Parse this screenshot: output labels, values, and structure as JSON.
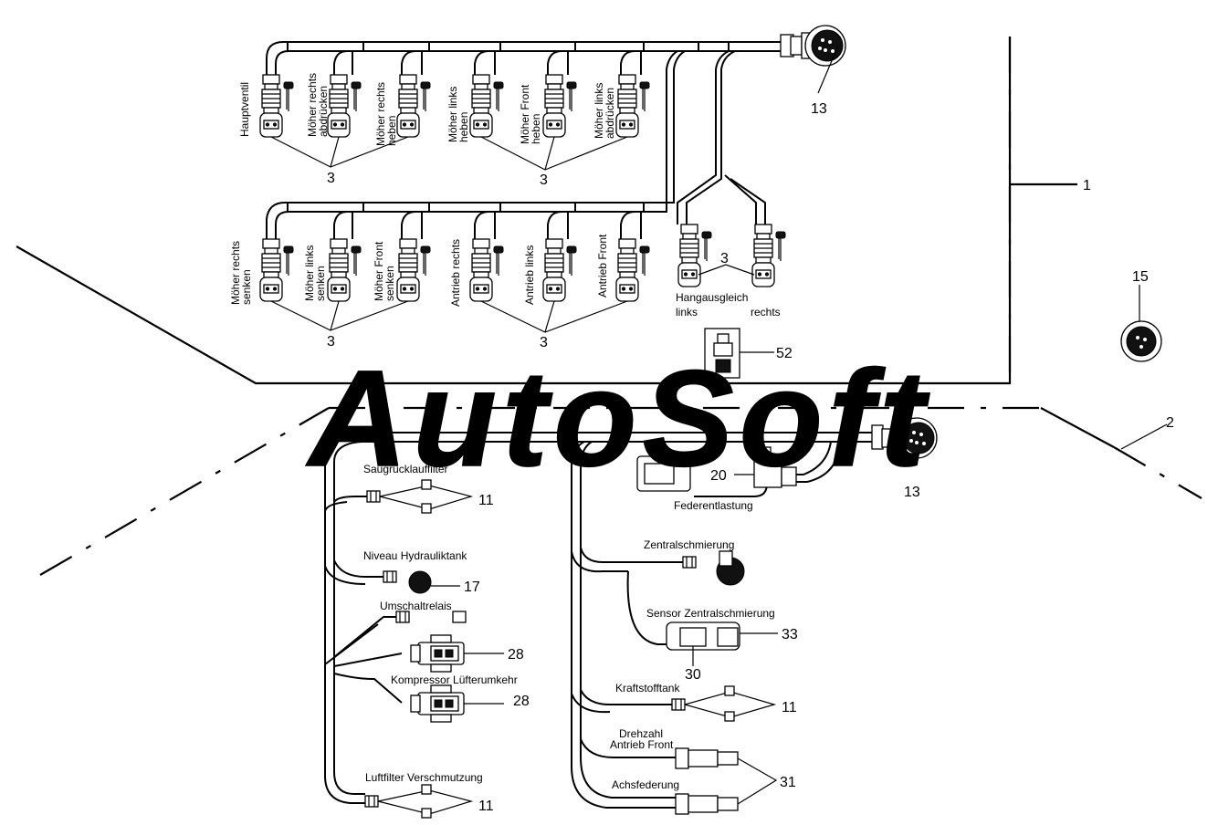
{
  "callouts": {
    "frame_1": "1",
    "frame_2": "2",
    "plug_13_top": "13",
    "plug_13_bottom": "13",
    "plug_15": "15",
    "valves_top_left": "3",
    "valves_top_right": "3",
    "valves_bottom_left": "3",
    "valves_bottom_right": "3",
    "valves_hang": "3",
    "relay_52": "52",
    "connector_20": "20",
    "filter_11_a": "11",
    "filter_11_b": "11",
    "filter_11_c": "11",
    "sensor_17": "17",
    "relay_28_a": "28",
    "relay_28_b": "28",
    "connector_30": "30",
    "connector_33": "33",
    "connector_31": "31"
  },
  "valve_labels_top": [
    [
      "Hauptventil"
    ],
    [
      "Möher rechts",
      "abdrücken"
    ],
    [
      "Möher rechts",
      "heben"
    ],
    [
      "Möher links",
      "heben"
    ],
    [
      "Möher Front",
      "heben"
    ],
    [
      "Möher links",
      "abdrücken"
    ]
  ],
  "valve_labels_bottom": [
    [
      "Möher rechts",
      "senken"
    ],
    [
      "Möher links",
      "senken"
    ],
    [
      "Möher Front",
      "senken"
    ],
    [
      "Antrieb rechts"
    ],
    [
      "Antrieb links"
    ],
    [
      "Antrieb Front"
    ]
  ],
  "labels": {
    "hangausgleich": "Hangausgleich",
    "links": "links",
    "rechts": "rechts",
    "saugruecklauffilter": "Saugrücklauffilter",
    "niveau": "Niveau Hydrauliktank",
    "umschaltrelais": "Umschaltrelais",
    "kompressor": "Kompressor Lüfterumkehr",
    "luftfilter": "Luftfilter Verschmutzung",
    "federentlastung": "Federentlastung",
    "zentralschmierung": "Zentralschmierung",
    "sensor_zentral": "Sensor Zentralschmierung",
    "kraftstofftank": "Kraftstofftank",
    "drehzahl_1": "Drehzahl",
    "drehzahl_2": "Antrieb Front",
    "achsfederung": "Achsfederung"
  },
  "watermark": "AutoSoft"
}
